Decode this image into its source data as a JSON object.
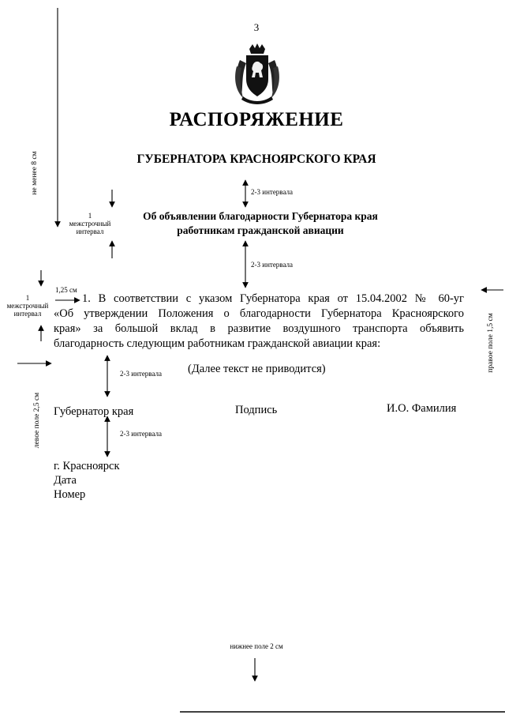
{
  "page_number": "3",
  "title": "РАСПОРЯЖЕНИЕ",
  "issuer": "ГУБЕРНАТОРА КРАСНОЯРСКОГО КРАЯ",
  "subject": [
    "Об объявлении благодарности Губернатора края",
    "работникам гражданской авиации"
  ],
  "body_lines": [
    "1. В соответствии с указом Губернатора края от 15.04.2002 № 60-уг",
    "«Об утверждении Положения о благодарности Губернатора Красноярского",
    "края» за большой вклад в развитие воздушного транспорта объявить",
    "благодарность следующим работникам гражданской авиации края:"
  ],
  "omitted_text": "(Далее текст не приводится)",
  "signature": {
    "position": "Губернатор края",
    "sign": "Подпись",
    "name": "И.О. Фамилия"
  },
  "footer": [
    "г. Красноярск",
    "Дата",
    "Номер"
  ],
  "annotations": {
    "top_margin": "не менее 8 см",
    "interval_1": "2-3 интервала",
    "interval_2": "2-3 интервала",
    "interval_3": "2-3 интервала",
    "interval_4": "2-3 интервала",
    "line_spacing_1": [
      "1",
      "межстрочный",
      "интервал"
    ],
    "indent": "1,25 см",
    "line_spacing_2": [
      "1",
      "межстрочный",
      "интервал"
    ],
    "left_margin": "левое поле 2,5 см",
    "right_margin": "правое поле 1,5 см",
    "bottom_margin": "нижнее поле 2 см"
  }
}
